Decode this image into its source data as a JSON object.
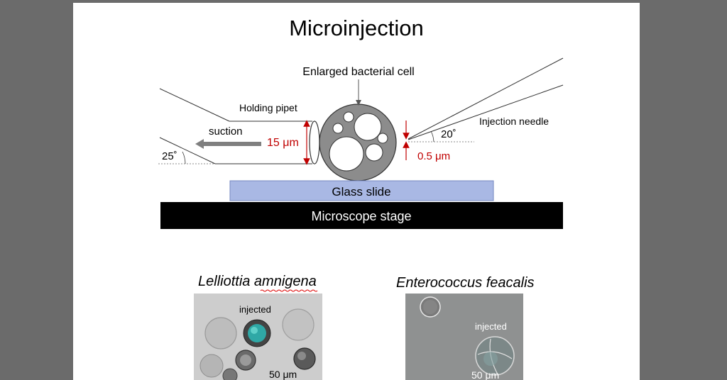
{
  "title": "Microinjection",
  "diagram": {
    "enlarged_cell_label": "Enlarged bacterial cell",
    "holding_pipet_label": "Holding pipet",
    "suction_label": "suction",
    "pipet_diameter": "15 μm",
    "pipet_angle": "25˚",
    "needle_label": "Injection needle",
    "needle_angle": "20˚",
    "needle_tip": "0.5 μm",
    "glass_slide_label": "Glass slide",
    "stage_label": "Microscope stage"
  },
  "panels": [
    {
      "species": "Lelliottia amnigena",
      "injected_label": "injected",
      "scale": "50 μm"
    },
    {
      "species": "Enterococcus feacalis",
      "injected_label": "injected",
      "scale": "50 μm"
    }
  ],
  "colors": {
    "dimension_red": "#c00000",
    "glass_slide_fill": "#a9b8e4",
    "stage_fill": "#000000",
    "cell_fill": "#8c8c8c"
  }
}
